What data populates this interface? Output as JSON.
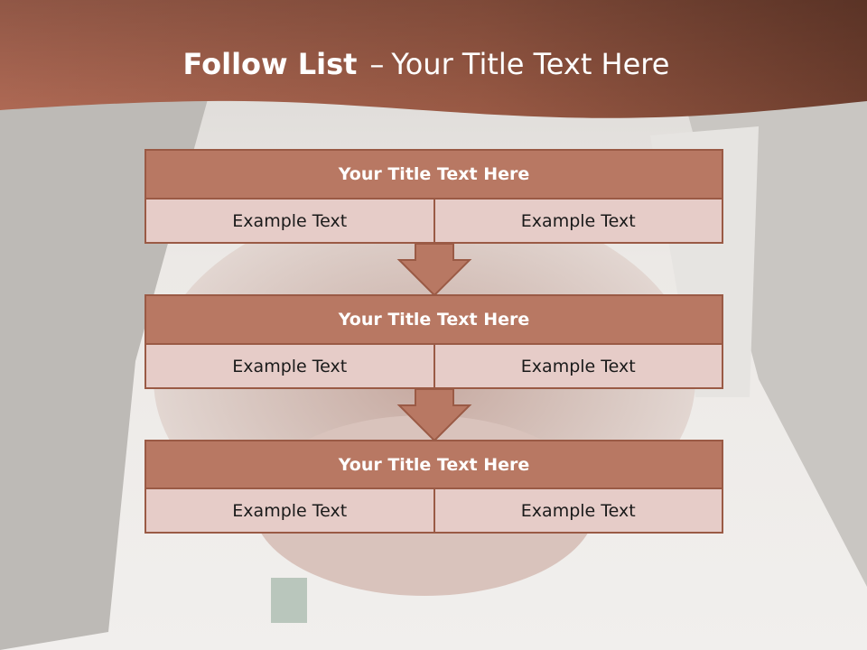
{
  "slide": {
    "title_bold": "Follow List",
    "title_dash": "–",
    "title_rest": "Your Title Text Here"
  },
  "steps": [
    {
      "title": "Your Title Text Here",
      "cells": [
        "Example Text",
        "Example Text"
      ]
    },
    {
      "title": "Your Title Text Here",
      "cells": [
        "Example Text",
        "Example Text"
      ]
    },
    {
      "title": "Your Title Text Here",
      "cells": [
        "Example Text",
        "Example Text"
      ]
    }
  ],
  "colors": {
    "header_band": "#a0604a",
    "step_title_bg": "#b87863",
    "step_cell_bg": "#e6ccc8",
    "border": "#9a5a45"
  },
  "icons": {
    "connector": "down-arrow-icon"
  }
}
